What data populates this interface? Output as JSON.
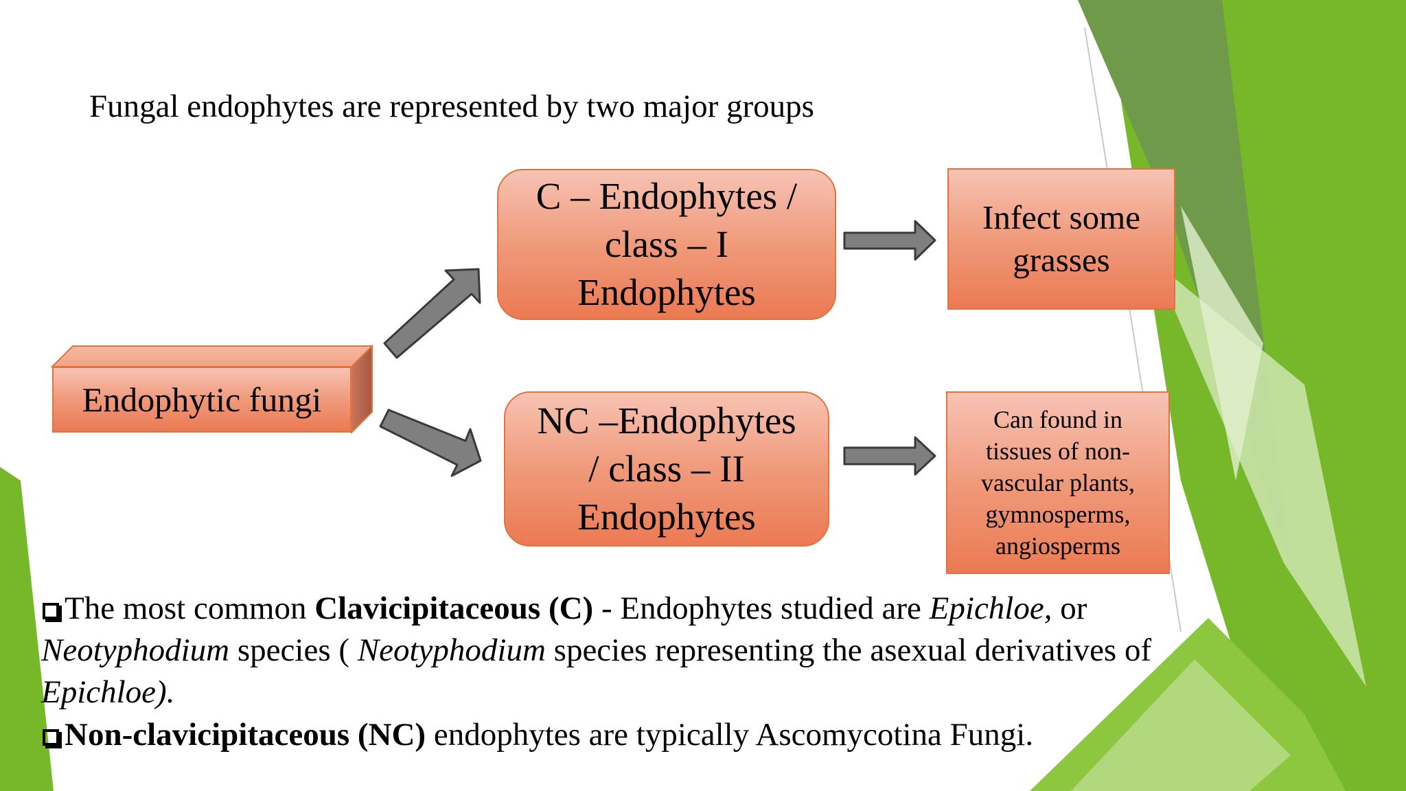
{
  "slide": {
    "title": "Fungal endophytes are  represented by two major groups",
    "root": "Endophytic fungi",
    "class1": {
      "line1": "C – Endophytes /",
      "line2": "class – I",
      "line3": "Endophytes"
    },
    "class2": {
      "line1": "NC –Endophytes",
      "line2": "/ class – II",
      "line3": "Endophytes"
    },
    "result1": {
      "line1": "Infect some",
      "line2": "grasses"
    },
    "result2": {
      "line1": "Can found in",
      "line2": "tissues of non-",
      "line3": "vascular plants,",
      "line4": "gymnosperms,",
      "line5": "angiosperms"
    },
    "bullet1": {
      "t1": "The most common ",
      "b1": "Clavicipitaceous (C)",
      "t2": " - Endophytes studied are ",
      "i1": "Epichloe,",
      "t3": " or",
      "i2": "Neotyphodium",
      "t4": " species ( ",
      "i3": "Neotyphodium",
      "t5": " species representing the asexual derivatives of",
      "i4": "Epichloe)."
    },
    "bullet2": {
      "b1": "Non-clavicipitaceous (NC)",
      "t1": " endophytes are typically Ascomycotina Fungi."
    }
  },
  "colors": {
    "box_top": "#f7c3b4",
    "box_bottom": "#eb7a53",
    "box_border": "#e0733f",
    "arrow_fill": "#7f7f7f",
    "green_dark": "#5f8f3e",
    "green_mid": "#76b82a",
    "green_light": "#c9e3a6"
  }
}
